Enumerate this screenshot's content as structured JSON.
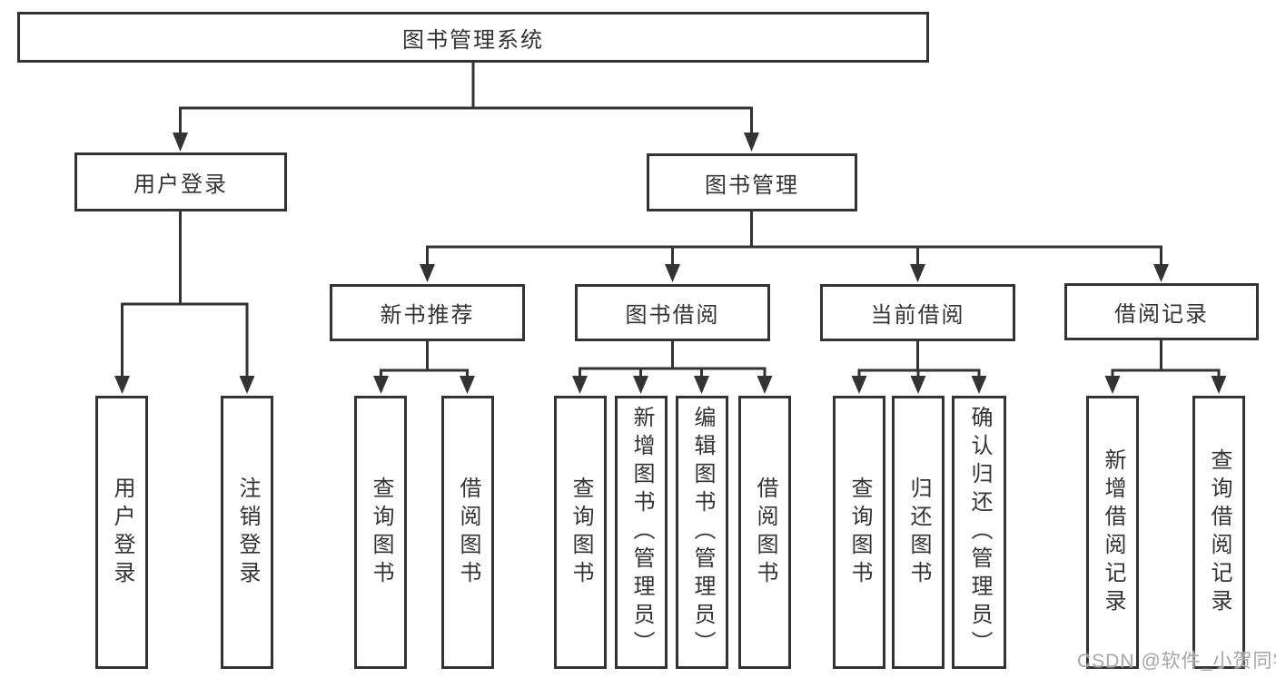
{
  "tree": {
    "label": "图书管理系统",
    "children": [
      {
        "label": "用户登录",
        "children": [
          {
            "label": "用户登录"
          },
          {
            "label": "注销登录"
          }
        ]
      },
      {
        "label": "图书管理",
        "children": [
          {
            "label": "新书推荐",
            "children": [
              {
                "label": "查询图书"
              },
              {
                "label": "借阅图书"
              }
            ]
          },
          {
            "label": "图书借阅",
            "children": [
              {
                "label": "查询图书"
              },
              {
                "label": "新增图书（管理员）"
              },
              {
                "label": "编辑图书（管理员）"
              },
              {
                "label": "借阅图书"
              }
            ]
          },
          {
            "label": "当前借阅",
            "children": [
              {
                "label": "查询图书"
              },
              {
                "label": "归还图书"
              },
              {
                "label": "确认归还（管理员）"
              }
            ]
          },
          {
            "label": "借阅记录",
            "children": [
              {
                "label": "新增借阅记录"
              },
              {
                "label": "查询借阅记录"
              }
            ]
          }
        ]
      }
    ]
  },
  "watermark": {
    "text": "CSDN @软件_小贺同学"
  },
  "colors": {
    "line": "#333333",
    "text": "#333333",
    "node_fill": "#ffffff",
    "watermark": "#a6a6a6",
    "background": "#ffffff"
  }
}
